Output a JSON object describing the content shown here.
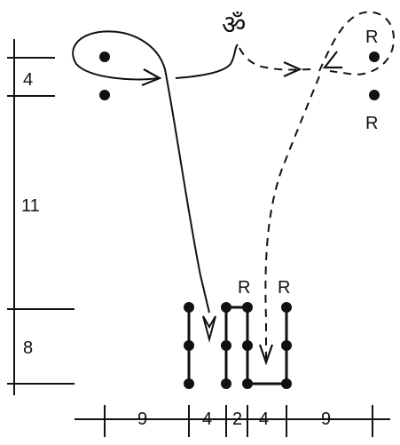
{
  "symbols": {
    "om": "ॐ",
    "r_top": "R",
    "r_right": "R",
    "r_left_col": "R",
    "r_right_col": "R"
  },
  "vertical_dims": {
    "top": "4",
    "middle": "11",
    "bottom": "8"
  },
  "horizontal_dims": {
    "a": "9",
    "b": "4",
    "c": "2",
    "d": "4",
    "e": "9"
  }
}
